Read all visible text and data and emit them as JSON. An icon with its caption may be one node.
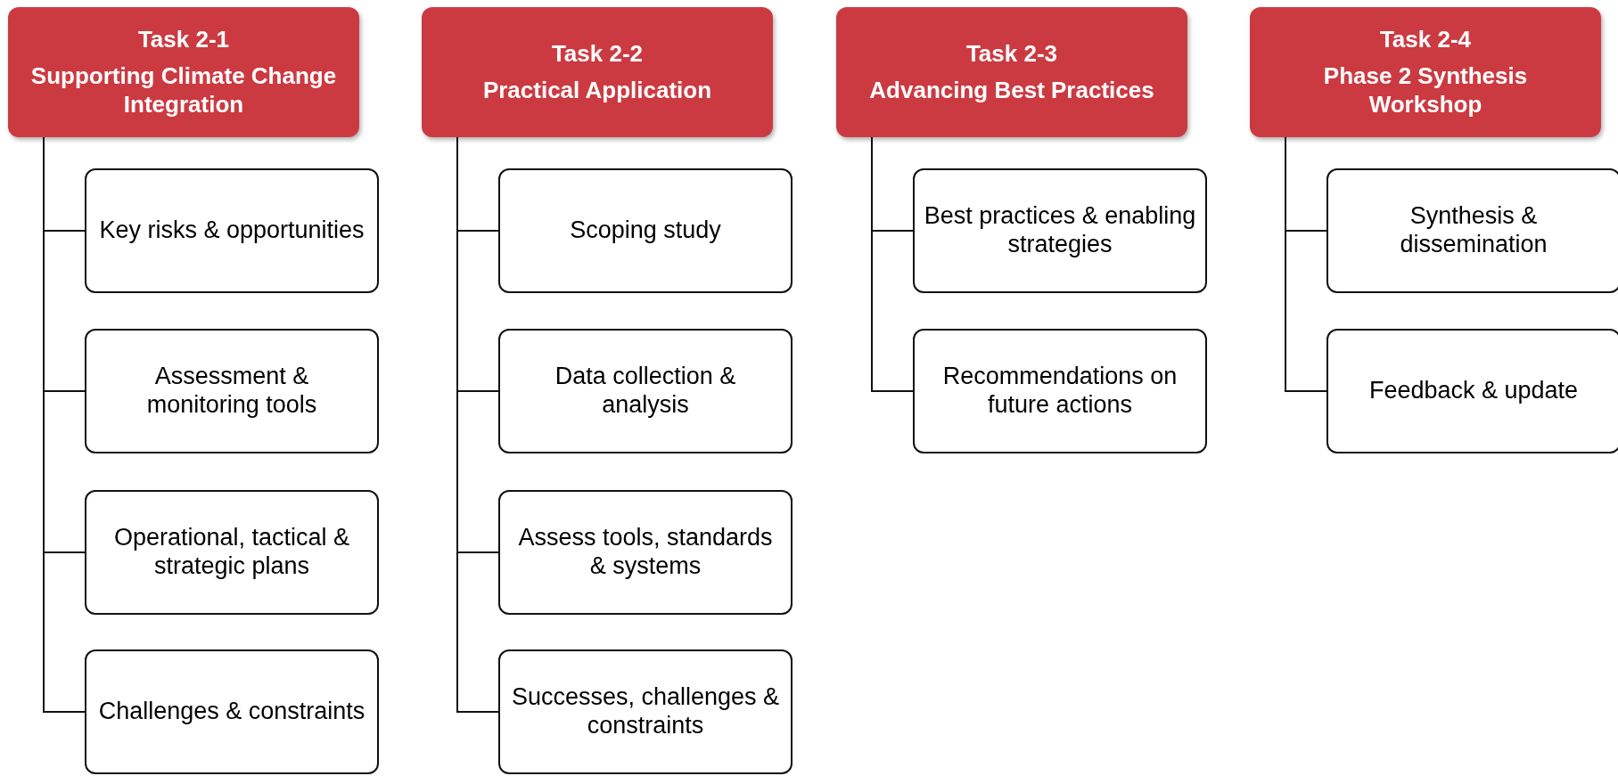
{
  "diagram": {
    "nodes": [
      {
        "text": [
          "Task 2-1",
          "Supporting Climate Change Integration"
        ]
      },
      {
        "text": [
          "Key risks & opportunities"
        ]
      },
      {
        "text": [
          "Assessment & monitoring tools"
        ]
      },
      {
        "text": [
          "Operational, tactical & strategic plans"
        ]
      },
      {
        "text": [
          "Challenges & constraints"
        ]
      },
      {
        "text": [
          "Task 2-2",
          "Practical Application"
        ]
      },
      {
        "text": [
          "Scoping study"
        ]
      },
      {
        "text": [
          "Data collection & analysis"
        ]
      },
      {
        "text": [
          "Assess tools, standards & systems"
        ]
      },
      {
        "text": [
          "Successes, challenges & constraints"
        ]
      },
      {
        "text": [
          "Task 2-3",
          "Advancing Best Practices"
        ]
      },
      {
        "text": [
          "Best practices & enabling strategies"
        ]
      },
      {
        "text": [
          "Recommendations on future actions"
        ]
      },
      {
        "text": [
          "Task 2-4",
          "Phase 2 Synthesis Workshop"
        ]
      },
      {
        "text": [
          "Synthesis & dissemination"
        ]
      },
      {
        "text": [
          "Feedback & update"
        ]
      }
    ],
    "edges": [
      {
        "from": 0,
        "to": 1,
        "arrow": "none"
      },
      {
        "from": 0,
        "to": 2,
        "arrow": "none"
      },
      {
        "from": 0,
        "to": 3,
        "arrow": "none"
      },
      {
        "from": 0,
        "to": 4,
        "arrow": "none"
      },
      {
        "from": 5,
        "to": 6,
        "arrow": "none"
      },
      {
        "from": 5,
        "to": 7,
        "arrow": "none"
      },
      {
        "from": 5,
        "to": 8,
        "arrow": "none"
      },
      {
        "from": 5,
        "to": 9,
        "arrow": "none"
      },
      {
        "from": 10,
        "to": 11,
        "arrow": "none"
      },
      {
        "from": 10,
        "to": 12,
        "arrow": "none"
      },
      {
        "from": 13,
        "to": 14,
        "arrow": "none"
      },
      {
        "from": 13,
        "to": 15,
        "arrow": "none"
      }
    ]
  }
}
